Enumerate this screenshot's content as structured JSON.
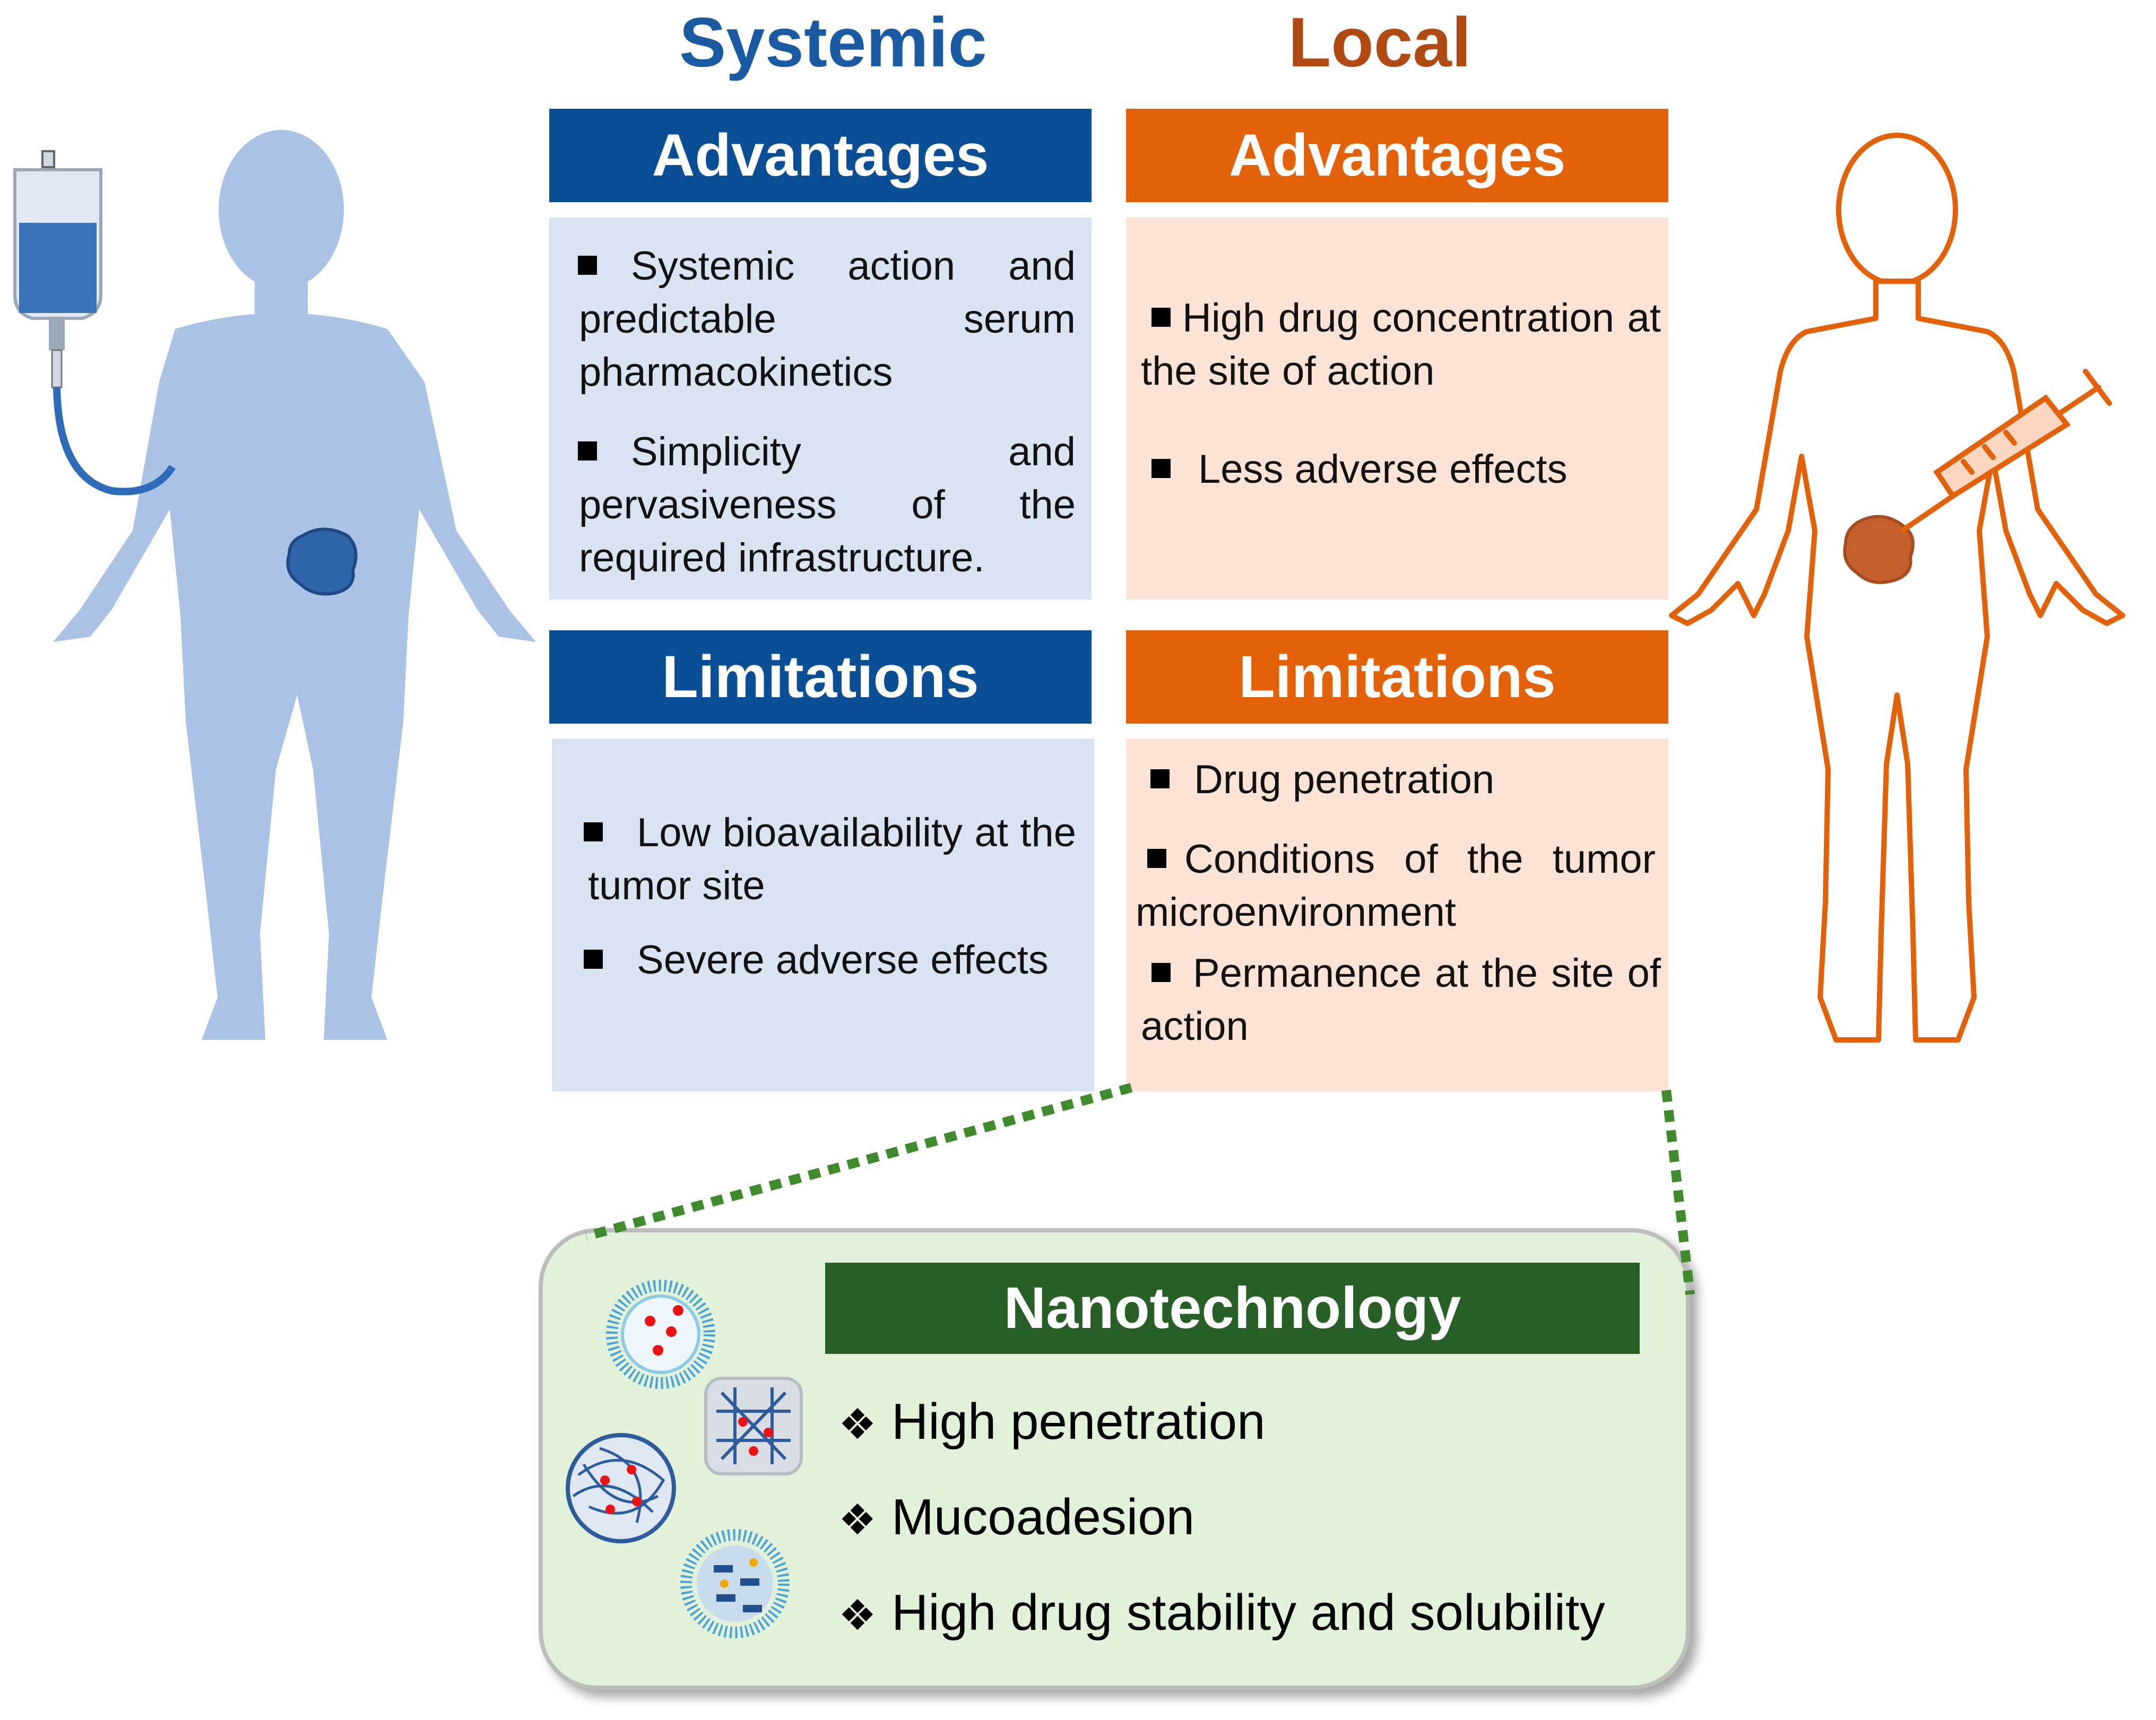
{
  "columns": {
    "systemic": {
      "title": "Systemic",
      "advantages_header": "Advantages",
      "advantages": [
        "Systemic action and predictable serum pharmacokinetics",
        "Simplicity and pervasiveness of the required infrastructure."
      ],
      "limitations_header": "Limitations",
      "limitations": [
        "Low bioavailability at the tumor site",
        "Severe adverse effects"
      ]
    },
    "local": {
      "title": "Local",
      "advantages_header": "Advantages",
      "advantages": [
        "High drug concentration at the site of action",
        "Less adverse effects"
      ],
      "limitations_header": "Limitations",
      "limitations": [
        "Drug penetration",
        "Conditions of the tumor microenvironment",
        "Permanence at the site of action"
      ]
    }
  },
  "nanotechnology": {
    "header": "Nanotechnology",
    "items": [
      "High penetration",
      "Mucoadesion",
      "High drug stability and solubility"
    ],
    "bullet_glyph": "❖"
  },
  "icons": [
    "iv-bag-icon",
    "human-figure-systemic",
    "tumor-icon",
    "human-figure-local",
    "syringe-icon",
    "liposome-icon",
    "hydrogel-nanoparticle-icon",
    "polymeric-nanoparticle-icon",
    "micelle-icon"
  ],
  "colors": {
    "systemic": "#0a4f96",
    "local": "#e36209",
    "systemic_box": "#dae3f1",
    "local_box": "#fde3d5",
    "nano_header": "#285f26",
    "nano_panel": "#e1f1da",
    "dotted_connector": "#3e8a2c"
  }
}
